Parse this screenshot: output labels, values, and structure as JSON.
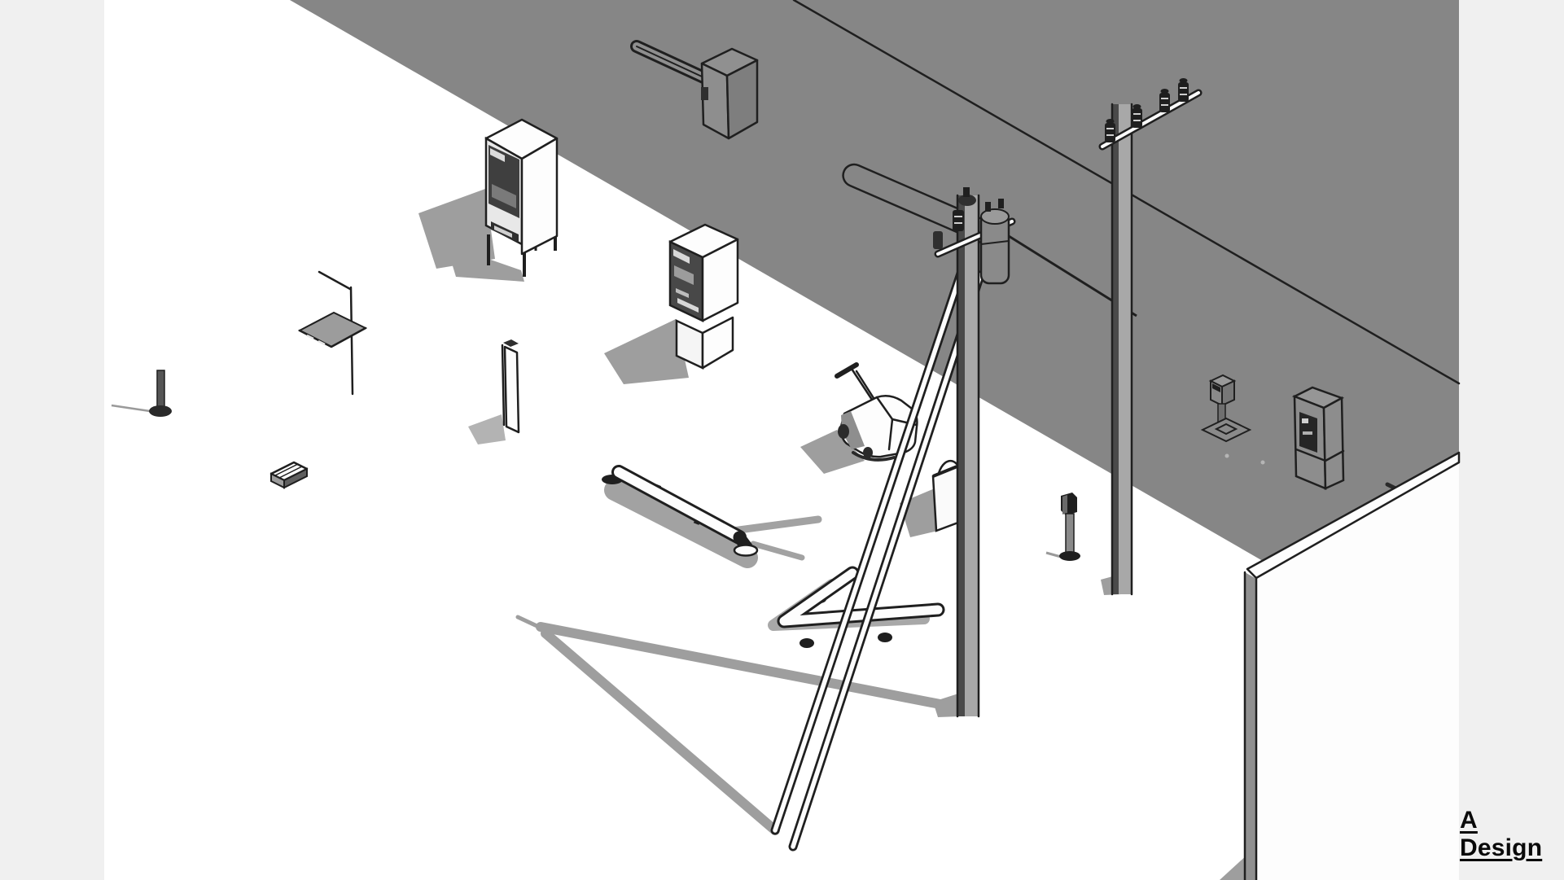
{
  "watermark": {
    "line1": "A",
    "line2": "Design"
  },
  "colors": {
    "background": "#f0f0f0",
    "canvas": "#ffffff",
    "road": "#868686",
    "shadow": "#9e9e9e",
    "line": "#1f1f1f",
    "fill_white": "#fdfdfd",
    "panel_dark": "#3f3f3f",
    "gray_mid": "#9c9c9c",
    "pole_dark": "#4a4a4a",
    "pole_light": "#a8a8a8",
    "text": "#0a0a0a"
  },
  "scene": {
    "objects": [
      {
        "id": "road-surface",
        "label": "road surface"
      },
      {
        "id": "overhead-wire",
        "label": "overhead wire"
      },
      {
        "id": "road-marking",
        "label": "road marking"
      },
      {
        "id": "parking-barrier-gate",
        "label": "parking barrier gate"
      },
      {
        "id": "ticket-vending-machine",
        "label": "ticket vending machine"
      },
      {
        "id": "parking-pay-station",
        "label": "parking pay station"
      },
      {
        "id": "floor-scrubber",
        "label": "walk-behind floor scrubber"
      },
      {
        "id": "grab-rail",
        "label": "grab rail"
      },
      {
        "id": "bent-pipe-rail",
        "label": "bent pipe rail"
      },
      {
        "id": "utility-pole-braced",
        "label": "utility pole with push braces"
      },
      {
        "id": "pole-transformer",
        "label": "pole transformer"
      },
      {
        "id": "power-pole",
        "label": "power pole with crossarm"
      },
      {
        "id": "waste-bin",
        "label": "waste bin"
      },
      {
        "id": "sign-panel",
        "label": "sign panel"
      },
      {
        "id": "bollard",
        "label": "bollard"
      },
      {
        "id": "wheel-stop",
        "label": "wheel stop"
      },
      {
        "id": "narrow-panel-post",
        "label": "narrow panel post"
      },
      {
        "id": "meter-post",
        "label": "meter post"
      },
      {
        "id": "parking-meter",
        "label": "parking meter"
      },
      {
        "id": "charging-kiosk",
        "label": "charging kiosk"
      },
      {
        "id": "site-wall",
        "label": "site wall"
      }
    ]
  }
}
